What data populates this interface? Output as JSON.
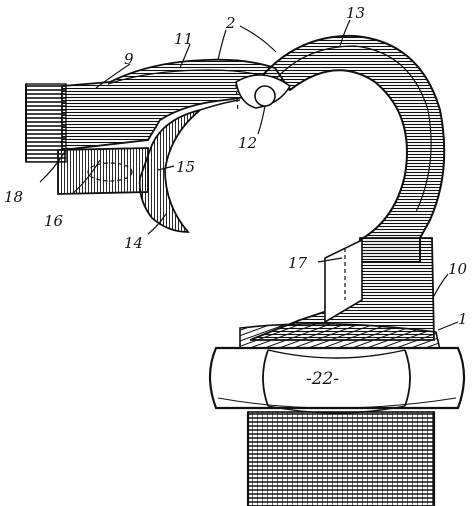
{
  "figure": {
    "ink_color": "#111111",
    "paper_color": "#ffffff"
  },
  "labels": {
    "l1": "1",
    "l2": "2",
    "l9": "9",
    "l10": "10",
    "l11": "11",
    "l12": "12",
    "l13": "13",
    "l14": "14",
    "l15": "15",
    "l16": "16",
    "l17": "17",
    "l18": "18",
    "nut": "-22-"
  }
}
